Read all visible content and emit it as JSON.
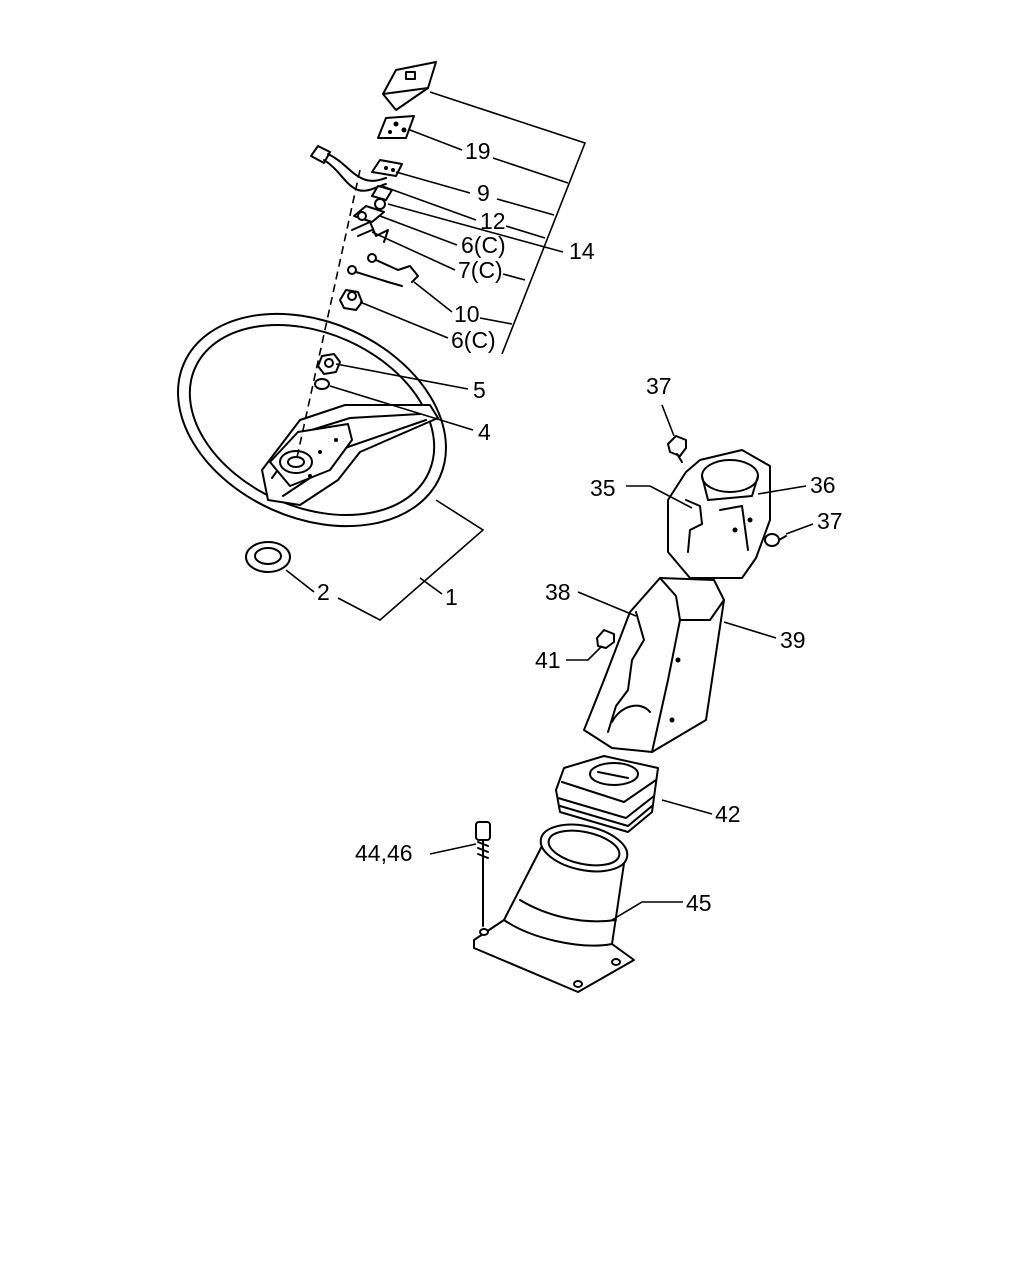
{
  "callouts": [
    "19",
    "9",
    "12",
    "14",
    "6(C)",
    "7(C)",
    "10",
    "6(C)",
    "5",
    "4",
    "37",
    "35",
    "36",
    "37",
    "38",
    "39",
    "41",
    "42",
    "44,46",
    "45",
    "2",
    "1"
  ]
}
